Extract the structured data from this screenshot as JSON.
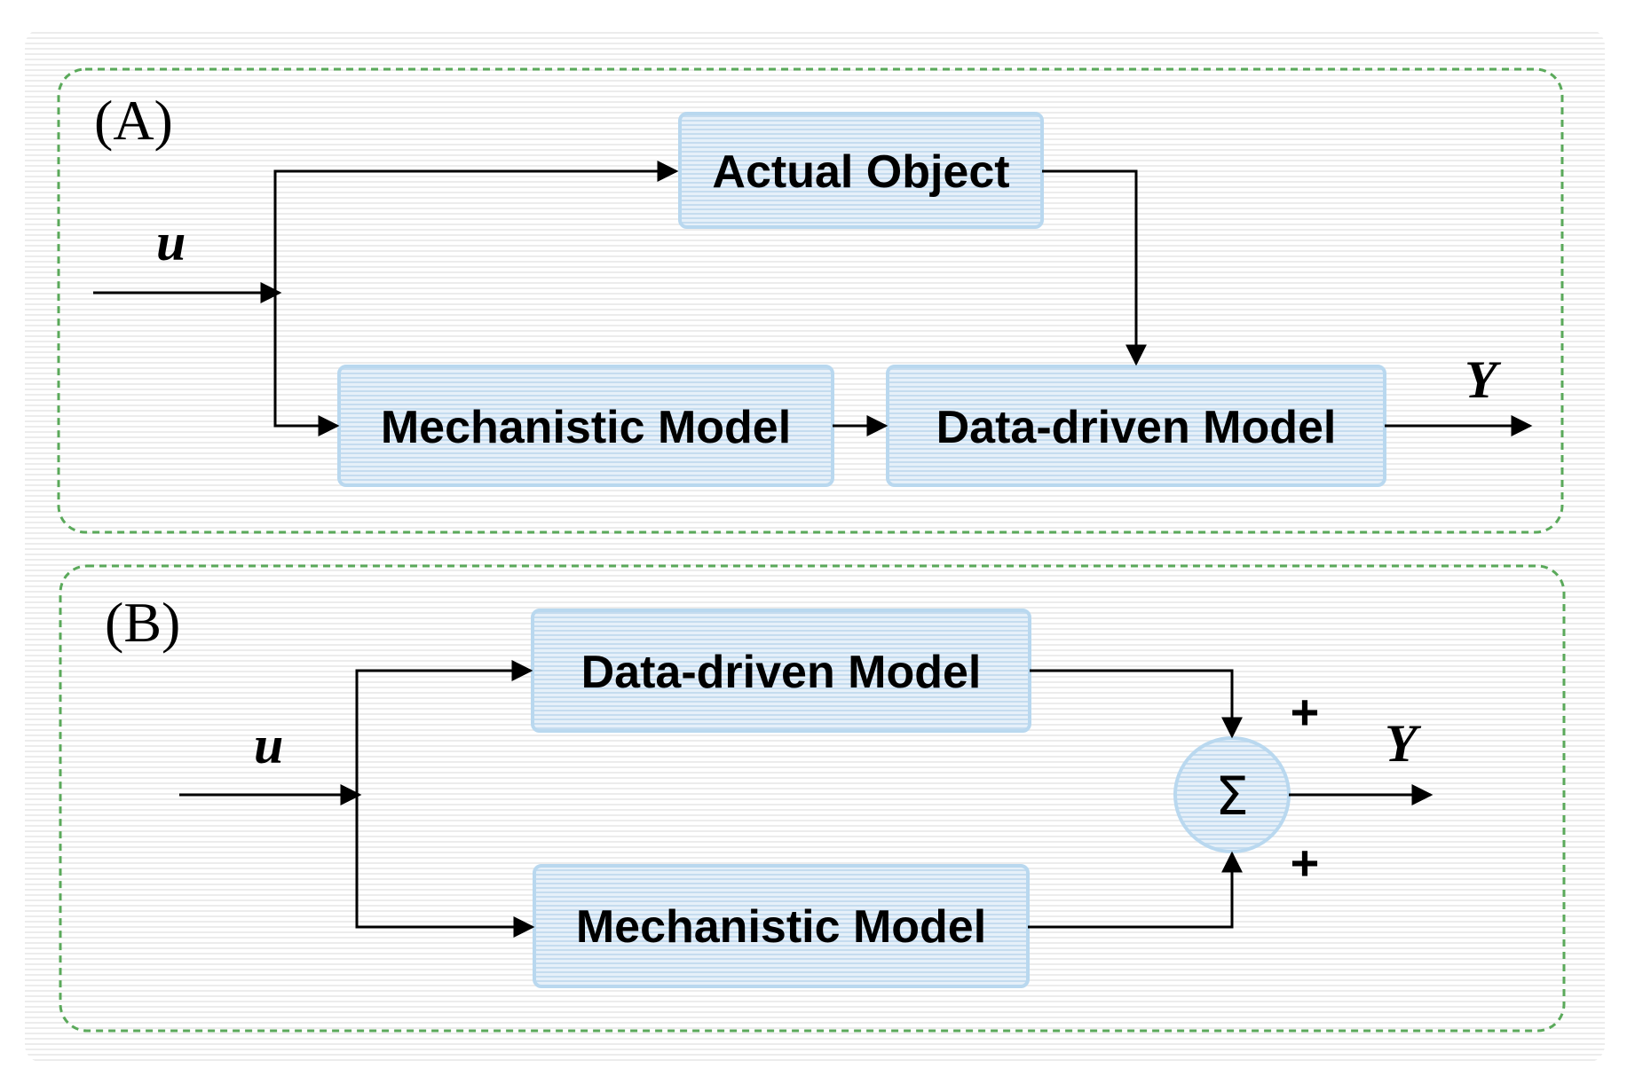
{
  "panels": {
    "a": {
      "label": "(A)",
      "blocks": {
        "actual_object": "Actual Object",
        "mechanistic_model": "Mechanistic Model",
        "data_driven_model": "Data-driven Model"
      },
      "input": "u",
      "output": "Y"
    },
    "b": {
      "label": "(B)",
      "blocks": {
        "data_driven_model": "Data-driven Model",
        "mechanistic_model": "Mechanistic Model"
      },
      "summer": "Σ",
      "sign_top": "+",
      "sign_bottom": "+",
      "input": "u",
      "output": "Y"
    }
  },
  "colors": {
    "frame": "#5aa95a",
    "block_fill": "#d7e8f5",
    "block_border": "#b9d8ef",
    "background_stripe": "#e8e8e8"
  }
}
